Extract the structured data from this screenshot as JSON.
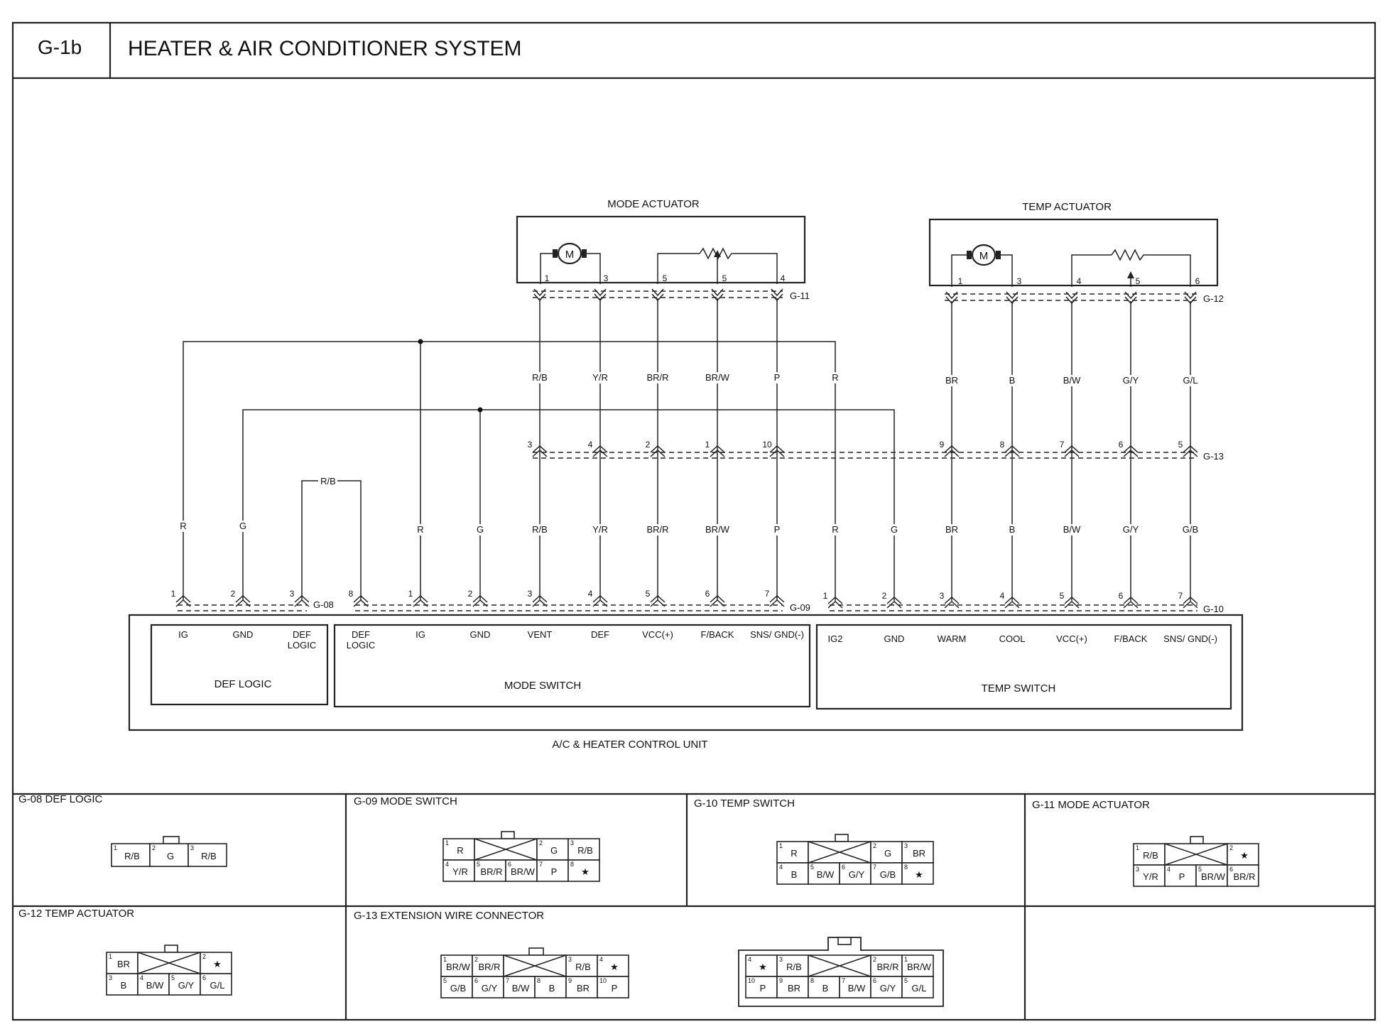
{
  "header": {
    "code": "G-1b",
    "title": "HEATER & AIR CONDITIONER SYSTEM"
  },
  "components": {
    "mode_actuator": "MODE ACTUATOR",
    "temp_actuator": "TEMP ACTUATOR",
    "motor_symbol": "M",
    "def_logic": "DEF LOGIC",
    "mode_switch": "MODE SWITCH",
    "temp_switch": "TEMP SWITCH",
    "control_unit": "A/C & HEATER CONTROL UNIT"
  },
  "connectors": {
    "g08": "G-08",
    "g09": "G-09",
    "g10": "G-10",
    "g11": "G-11",
    "g12": "G-12",
    "g13": "G-13"
  },
  "pins": {
    "mode_actuator": [
      "1",
      "3",
      "5",
      "5",
      "4"
    ],
    "temp_actuator": [
      "1",
      "3",
      "4",
      "5",
      "6"
    ],
    "g13": [
      "3",
      "4",
      "2",
      "1",
      "10",
      "9",
      "8",
      "7",
      "6",
      "5"
    ],
    "g08": [
      "1",
      "2",
      "3"
    ],
    "g09": [
      "8",
      "1",
      "2",
      "3",
      "4",
      "5",
      "6",
      "7"
    ],
    "g10": [
      "1",
      "2",
      "3",
      "4",
      "5",
      "6",
      "7"
    ]
  },
  "wires": {
    "upper": [
      "R/B",
      "Y/R",
      "BR/R",
      "BR/W",
      "P",
      "R",
      "BR",
      "B",
      "B/W",
      "G/Y",
      "G/L"
    ],
    "lower": [
      "R",
      "G",
      "R",
      "G",
      "R/B",
      "Y/R",
      "BR/R",
      "BR/W",
      "P",
      "R",
      "G",
      "BR",
      "B",
      "B/W",
      "G/Y",
      "G/B"
    ],
    "loop": "R/B"
  },
  "terminals": {
    "def_logic": [
      "IG",
      "GND",
      "DEF|LOGIC"
    ],
    "mode_switch": [
      "DEF|LOGIC",
      "IG",
      "GND",
      "VENT",
      "DEF",
      "VCC(+)",
      "F/BACK",
      "SNS/ GND(-)"
    ],
    "temp_switch": [
      "IG2",
      "GND",
      "WARM",
      "COOL",
      "VCC(+)",
      "F/BACK",
      "SNS/ GND(-)"
    ]
  },
  "connector_views": {
    "g08": {
      "title": "G-08 DEF LOGIC",
      "cells": [
        [
          "1",
          "R/B"
        ],
        [
          "2",
          "G"
        ],
        [
          "3",
          "R/B"
        ]
      ]
    },
    "g09": {
      "title": "G-09 MODE SWITCH",
      "top": [
        [
          "1",
          "R"
        ],
        [
          "2",
          "G"
        ],
        [
          "3",
          "R/B"
        ]
      ],
      "bottom": [
        [
          "4",
          "Y/R"
        ],
        [
          "5",
          "BR/R"
        ],
        [
          "6",
          "BR/W"
        ],
        [
          "7",
          "P"
        ],
        [
          "8",
          "★"
        ]
      ]
    },
    "g10": {
      "title": "G-10 TEMP SWITCH",
      "top": [
        [
          "1",
          "R"
        ],
        [
          "2",
          "G"
        ],
        [
          "3",
          "BR"
        ]
      ],
      "bottom": [
        [
          "4",
          "B"
        ],
        [
          "5",
          "B/W"
        ],
        [
          "6",
          "G/Y"
        ],
        [
          "7",
          "G/B"
        ],
        [
          "8",
          "★"
        ]
      ]
    },
    "g11": {
      "title": "G-11 MODE ACTUATOR",
      "top": [
        [
          "1",
          "R/B"
        ],
        [
          "2",
          "★"
        ]
      ],
      "bottom": [
        [
          "3",
          "Y/R"
        ],
        [
          "4",
          "P"
        ],
        [
          "5",
          "BR/W"
        ],
        [
          "6",
          "BR/R"
        ]
      ]
    },
    "g12": {
      "title": "G-12 TEMP ACTUATOR",
      "top": [
        [
          "1",
          "BR"
        ],
        [
          "2",
          "★"
        ]
      ],
      "bottom": [
        [
          "3",
          "B"
        ],
        [
          "4",
          "B/W"
        ],
        [
          "5",
          "G/Y"
        ],
        [
          "6",
          "G/L"
        ]
      ]
    },
    "g13": {
      "title": "G-13 EXTENSION WIRE CONNECTOR",
      "male_top": [
        [
          "1",
          "BR/W"
        ],
        [
          "2",
          "BR/R"
        ],
        [
          "3",
          "R/B"
        ],
        [
          "4",
          "★"
        ]
      ],
      "male_bottom": [
        [
          "5",
          "G/B"
        ],
        [
          "6",
          "G/Y"
        ],
        [
          "7",
          "B/W"
        ],
        [
          "8",
          "B"
        ],
        [
          "9",
          "BR"
        ],
        [
          "10",
          "P"
        ]
      ],
      "female_top": [
        [
          "4",
          "★"
        ],
        [
          "3",
          "R/B"
        ],
        [
          "2",
          "BR/R"
        ],
        [
          "1",
          "BR/W"
        ]
      ],
      "female_bottom": [
        [
          "10",
          "P"
        ],
        [
          "9",
          "BR"
        ],
        [
          "8",
          "B"
        ],
        [
          "7",
          "B/W"
        ],
        [
          "6",
          "G/Y"
        ],
        [
          "5",
          "G/L"
        ]
      ]
    }
  }
}
